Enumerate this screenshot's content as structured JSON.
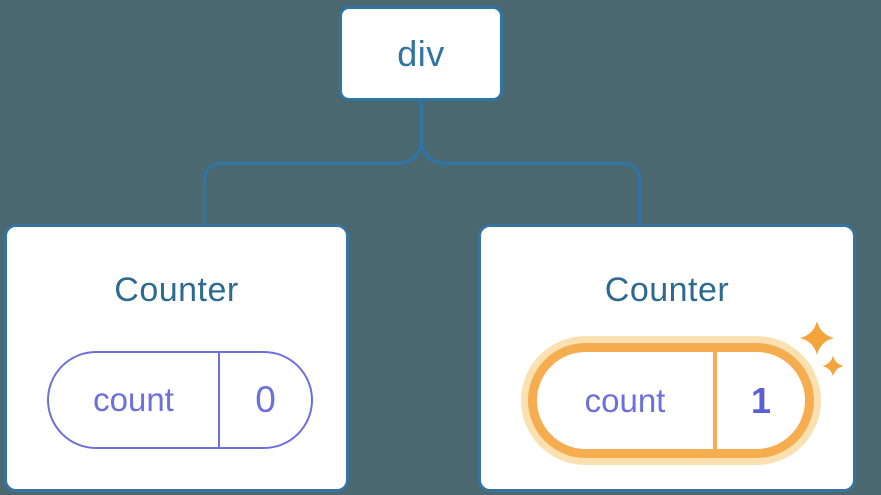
{
  "tree": {
    "root": {
      "label": "div"
    },
    "children": [
      {
        "title": "Counter",
        "state": {
          "key": "count",
          "value": "0"
        },
        "highlighted": false
      },
      {
        "title": "Counter",
        "state": {
          "key": "count",
          "value": "1"
        },
        "highlighted": true
      }
    ]
  },
  "colors": {
    "background": "#4b6770",
    "connector_blue": "#2f74a3",
    "card_border_blue": "#36749f",
    "title_blue": "#2d6a92",
    "state_purple": "#6c6fdc",
    "highlight_value_purple": "#5b61d5",
    "highlight_orange": "#f5ad50",
    "highlight_glow": "#fbe1b2",
    "sparkle_orange": "#f3a43c",
    "card_background": "#ffffff"
  },
  "icons": [
    {
      "name": "sparkle-icon",
      "meaning": "state updated sparkle",
      "glyph": "✦"
    }
  ]
}
